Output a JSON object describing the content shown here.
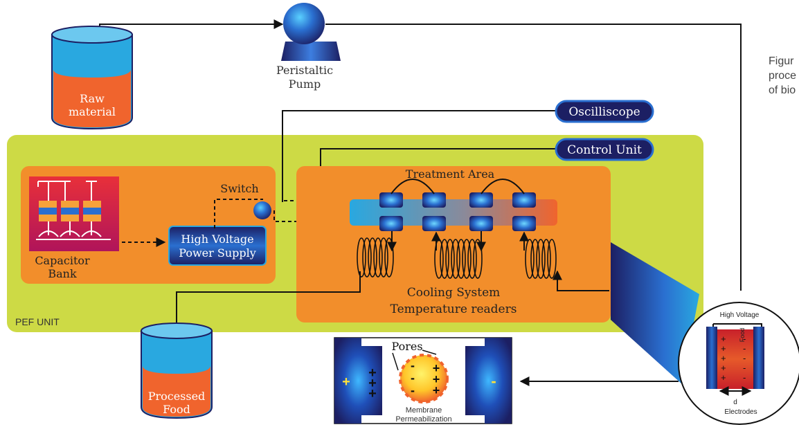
{
  "caption": {
    "line1": "Figur",
    "line2": "proce",
    "line3": "of bio"
  },
  "labels": {
    "pump_line1": "Peristaltic",
    "pump_line2": "Pump",
    "raw_line1": "Raw",
    "raw_line2": "material",
    "oscilloscope": "Oscilliscope",
    "control_unit": "Control Unit",
    "pef_unit": "PEF UNIT",
    "capacitor_line1": "Capacitor",
    "capacitor_line2": "Bank",
    "switch": "Switch",
    "hv_supply_line1": "High Voltage",
    "hv_supply_line2": "Power Supply",
    "treatment_area": "Treatment Area",
    "cooling_system": "Cooling System",
    "temperature_readers": "Temperature readers",
    "processed_line1": "Processed",
    "processed_line2": "Food",
    "pores": "Pores",
    "membrane_line1": "Membrane",
    "membrane_line2": "Permeabilization",
    "plus_sign": "+",
    "minus_sign": "-",
    "cell_minus_1": "-",
    "cell_minus_2": "-",
    "cell_minus_3": "-",
    "inset_high_voltage": "High Voltage",
    "inset_food": "Food",
    "inset_d": "d",
    "inset_electrodes": "Electrodes"
  },
  "colors": {
    "pef_background": "#cdda45",
    "module_orange": "#f28e2b",
    "liquid_orange": "#f0642d",
    "container_blue": "#29a8e0",
    "navy": "#1c1f63",
    "electrode_blue": "#2a6fd0",
    "capacitor_red": "#e8303a",
    "capacitor_magenta": "#b0145a"
  }
}
